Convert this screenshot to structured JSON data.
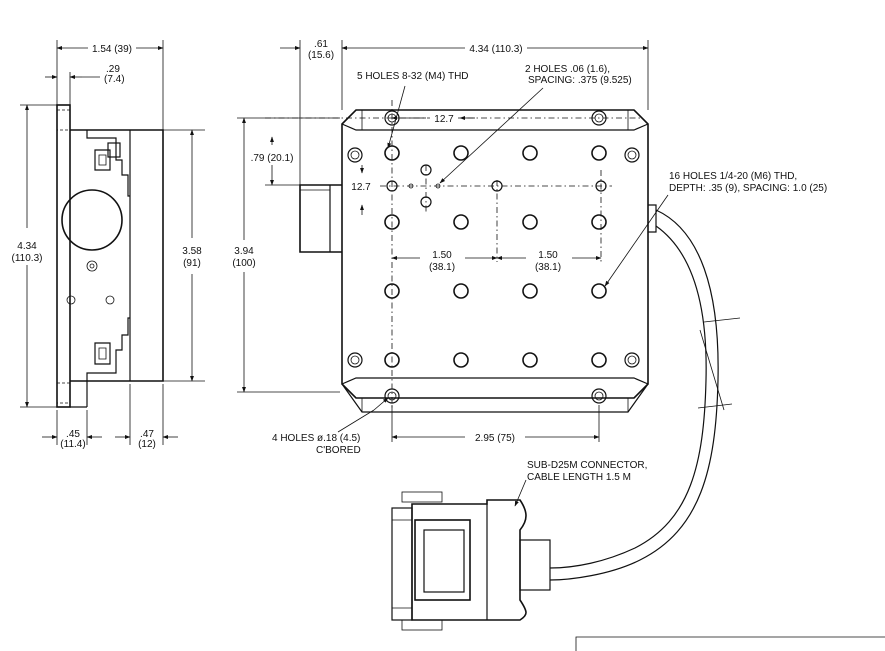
{
  "side_view": {
    "top_width": "1.54 (39)",
    "offset_top": ".29",
    "offset_top_mm": "(7.4)",
    "height": "4.34",
    "height_mm": "(110.3)",
    "inner_height": "3.58",
    "inner_height_mm": "(91)",
    "bottom_left": ".45",
    "bottom_left_mm": "(11.4)",
    "bottom_right": ".47",
    "bottom_right_mm": "(12)"
  },
  "top_view": {
    "offset_left": ".61",
    "offset_left_mm": "(15.6)",
    "width": "4.34 (110.3)",
    "five_holes": "5 HOLES 8-32 (M4) THD",
    "two_holes_l1": "2 HOLES .06 (1.6),",
    "two_holes_l2": "SPACING: .375 (9.525)",
    "dim_12_7_top": "12.7",
    "dim_079": ".79 (20.1)",
    "dim_12_7_left": "12.7",
    "height": "3.94",
    "height_mm": "(100)",
    "span_150_a": "1.50",
    "span_150_a_mm": "(38.1)",
    "span_150_b": "1.50",
    "span_150_b_mm": "(38.1)",
    "sixteen_holes_l1": "16 HOLES 1/4-20 (M6) THD,",
    "sixteen_holes_l2": "DEPTH: .35 (9), SPACING: 1.0 (25)",
    "cbore_l1": "4 HOLES ø.18 (4.5)",
    "cbore_l2": "C'BORED",
    "span_295": "2.95 (75)"
  },
  "connector": {
    "label_l1": "SUB-D25M CONNECTOR,",
    "label_l2": "CABLE LENGTH 1.5 M"
  }
}
